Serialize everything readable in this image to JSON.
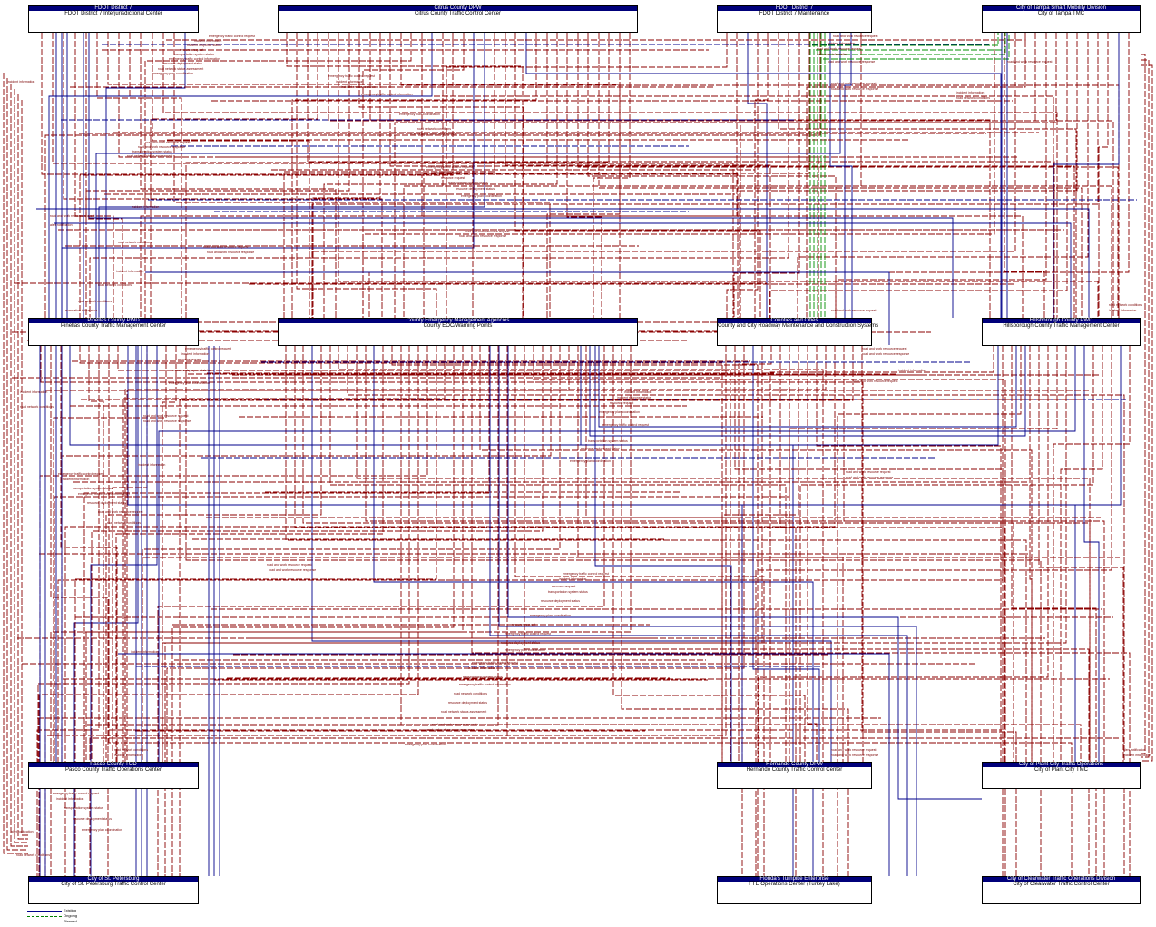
{
  "nodes": [
    {
      "id": "fdot_d7_hidc",
      "owner": "FDOT District 7",
      "name": "FDOT District 7 Interjurisdictional Center"
    },
    {
      "id": "citrus",
      "owner": "Citrus County DPW",
      "name": "Citrus County Traffic Control Center"
    },
    {
      "id": "fdot_d7_maint",
      "owner": "FDOT District 7",
      "name": "FDOT District 7 Maintenance"
    },
    {
      "id": "tampa",
      "owner": "City of Tampa Smart Mobility Division",
      "name": "City of Tampa TMC"
    },
    {
      "id": "pinellas",
      "owner": "Pinellas County PWD",
      "name": "Pinellas County Traffic Management Center"
    },
    {
      "id": "cema",
      "owner": "County Emergency Management Agencies",
      "name": "County EOC/Warning Points"
    },
    {
      "id": "counties_cities",
      "owner": "Counties and Cities",
      "name": "County and City Roadway Maintenance and Construction Systems"
    },
    {
      "id": "hillsborough",
      "owner": "Hillsborough County PWD",
      "name": "Hillsborough County Traffic Management Center"
    },
    {
      "id": "pasco",
      "owner": "Pasco County TOD",
      "name": "Pasco County Traffic Operations Center"
    },
    {
      "id": "hernando",
      "owner": "Hernando County DPW",
      "name": "Hernando County Traffic Control Center"
    },
    {
      "id": "plant_city",
      "owner": "City of Plant City Traffic Operations",
      "name": "City of Plant City TMC"
    },
    {
      "id": "stpete",
      "owner": "City of St. Petersburg",
      "name": "City of St. Petersburg Traffic Control Center"
    },
    {
      "id": "fte",
      "owner": "Florida's Turnpike Enterprise",
      "name": "FTE Operations Center (Turkey Lake)"
    },
    {
      "id": "clearwater",
      "owner": "City of Clearwater Traffic Operations Division",
      "name": "City of Clearwater Traffic Control Center"
    }
  ],
  "flow_labels": [
    "emergency traffic control request",
    "incident information",
    "incident response status",
    "resource request",
    "transportation system status",
    "emergency traffic control information",
    "road network conditions",
    "remote surveillance control",
    "resource deployment status",
    "road network status assessment",
    "emergency plan coordination",
    "road weather information",
    "traffic images",
    "device control request",
    "device data",
    "device status",
    "road and work resource request",
    "road and work resource response",
    "maint and constr work plans",
    "work zone information",
    "evacuation information",
    "alert notification"
  ],
  "legend": [
    {
      "label": "Existing",
      "color": "#00008b",
      "style": "solid"
    },
    {
      "label": "Ongoing",
      "color": "#008000",
      "style": "dashed"
    },
    {
      "label": "Planned",
      "color": "#8b0000",
      "style": "dashed"
    }
  ]
}
